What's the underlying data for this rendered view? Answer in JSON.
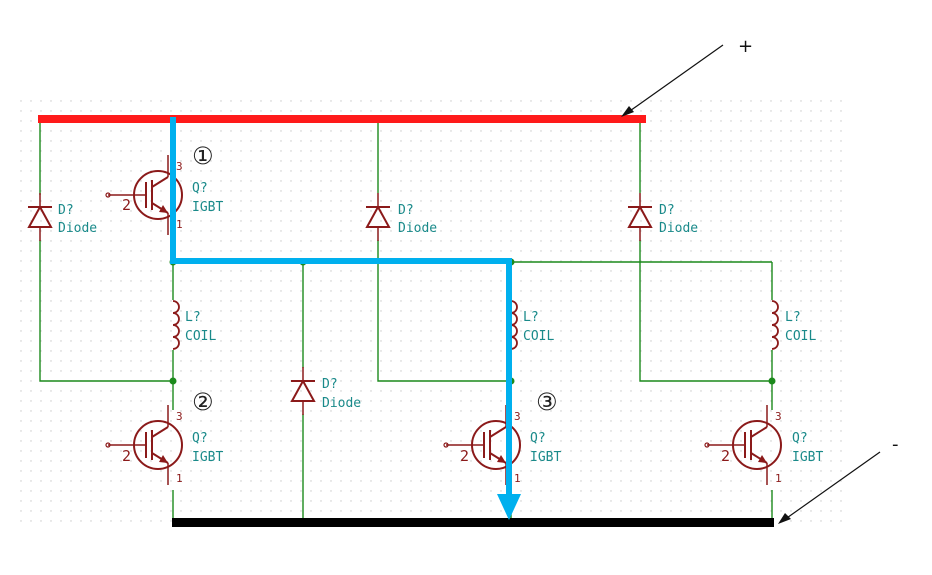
{
  "polarity": {
    "plus": "+",
    "minus": "-"
  },
  "markers": [
    "①",
    "②",
    "③"
  ],
  "components": {
    "d1": {
      "ref": "D?",
      "value": "Diode"
    },
    "d2": {
      "ref": "D?",
      "value": "Diode"
    },
    "d3": {
      "ref": "D?",
      "value": "Diode"
    },
    "d4": {
      "ref": "D?",
      "value": "Diode"
    },
    "q1": {
      "ref": "Q?",
      "value": "IGBT",
      "pin_g": "2",
      "pin_c": "3",
      "pin_e": "1"
    },
    "q2": {
      "ref": "Q?",
      "value": "IGBT",
      "pin_g": "2",
      "pin_c": "3",
      "pin_e": "1"
    },
    "q3": {
      "ref": "Q?",
      "value": "IGBT",
      "pin_g": "2",
      "pin_c": "3",
      "pin_e": "1"
    },
    "q4": {
      "ref": "Q?",
      "value": "IGBT",
      "pin_g": "2",
      "pin_c": "3",
      "pin_e": "1"
    },
    "l1": {
      "ref": "L?",
      "value": "COIL"
    },
    "l2": {
      "ref": "L?",
      "value": "COIL"
    },
    "l3": {
      "ref": "L?",
      "value": "COIL"
    }
  },
  "colors": {
    "wire": "#1c8a1c",
    "component": "#8b1a1a",
    "label": "#1a8a8a",
    "plus_bus": "#ff1a1a",
    "minus_bus": "#000000",
    "current_path": "#00b0ee",
    "grid_dot": "#c8c8c8"
  }
}
